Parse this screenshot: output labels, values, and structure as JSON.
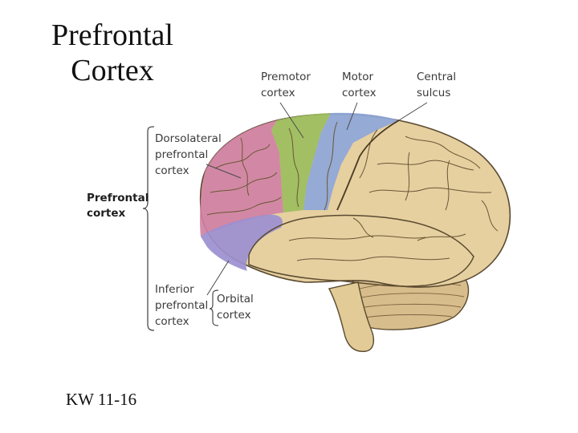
{
  "slide": {
    "title_line1": "Prefrontal",
    "title_line2": "Cortex",
    "footer": "KW 11-16"
  },
  "labels": {
    "premotor": [
      "Premotor",
      "cortex"
    ],
    "motor": [
      "Motor",
      "cortex"
    ],
    "central": [
      "Central",
      "sulcus"
    ],
    "dorsolateral": [
      "Dorsolateral",
      "prefrontal",
      "cortex"
    ],
    "prefrontal": [
      "Prefrontal",
      "cortex"
    ],
    "inferior": [
      "Inferior",
      "prefrontal",
      "cortex"
    ],
    "orbital": [
      "Orbital",
      "cortex"
    ]
  },
  "colors": {
    "dorsolateral": "#cf7fa4",
    "premotor": "#9cbd5d",
    "motor": "#8ea6d8",
    "inferior": "#9c8fd0",
    "brain": "#e6d0a0",
    "outline": "#5a4a30"
  }
}
